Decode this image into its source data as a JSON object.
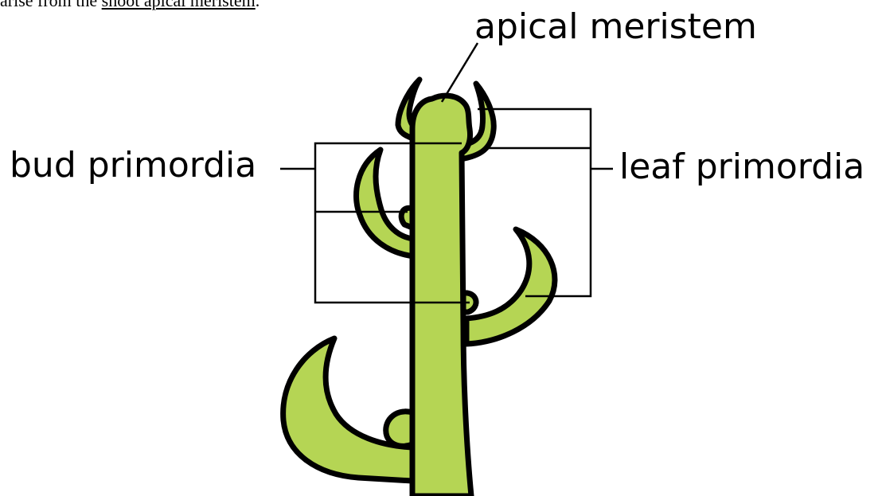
{
  "caption": {
    "prefix": "arise from the ",
    "link_text": "shoot apical meristem",
    "suffix": "."
  },
  "labels": {
    "apical_meristem": "apical meristem",
    "bud_primordia": "bud primordia",
    "leaf_primordia": "leaf primordia"
  },
  "colors": {
    "plant_fill": "#b5d554",
    "outline": "#000000",
    "background": "#ffffff"
  }
}
